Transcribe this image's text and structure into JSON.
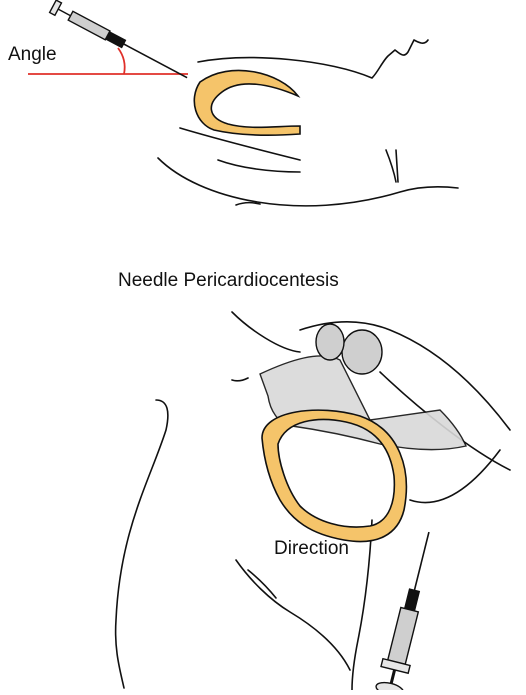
{
  "labels": {
    "angle": "Angle",
    "heading": "Needle Pericardiocentesis",
    "direction": "Direction"
  },
  "colors": {
    "pericardium_fill": "#f5c46a",
    "angle_line": "#e0302a",
    "outline": "#111111",
    "bone_fill": "#d9d9d9",
    "cropped_title": "#1a3a9a"
  },
  "icons": [
    "syringe-icon",
    "syringe-icon"
  ]
}
